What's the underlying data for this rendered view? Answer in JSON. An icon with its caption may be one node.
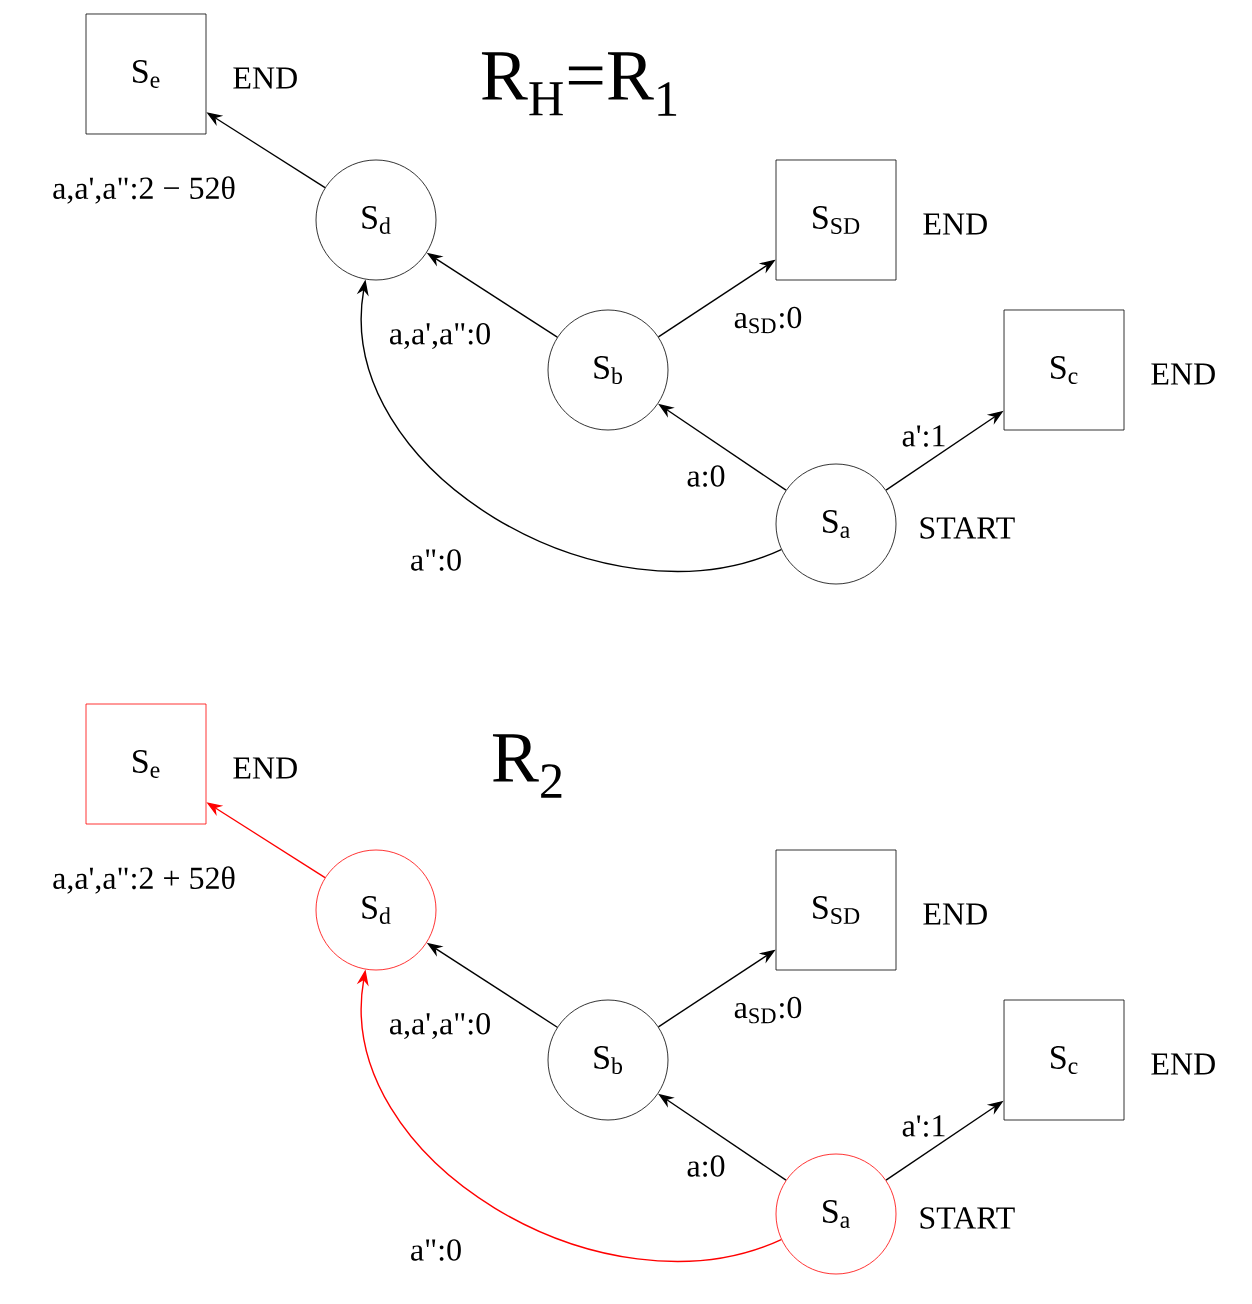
{
  "diagram": {
    "nodes": [
      {
        "text": [
          "S$_{e}$"
        ],
        "beside": [
          "END"
        ]
      },
      {
        "text": [
          "S$_{d}$"
        ]
      },
      {
        "text": [
          "S$_{SD}$"
        ],
        "beside": [
          "END"
        ]
      },
      {
        "text": [
          "S$_{b}$"
        ]
      },
      {
        "text": [
          "S$_{c}$"
        ],
        "beside": [
          "END"
        ]
      },
      {
        "text": [
          "S$_{a}$"
        ],
        "beside": [
          "START"
        ]
      },
      {
        "text": [
          "S$_{e}$"
        ],
        "beside": [
          "END"
        ]
      },
      {
        "text": [
          "S$_{d}$"
        ]
      },
      {
        "text": [
          "S$_{SD}$"
        ],
        "beside": [
          "END"
        ]
      },
      {
        "text": [
          "S$_{b}$"
        ]
      },
      {
        "text": [
          "S$_{c}$"
        ],
        "beside": [
          "END"
        ]
      },
      {
        "text": [
          "S$_{a}$"
        ],
        "beside": [
          "START"
        ]
      }
    ],
    "edges": [
      {
        "from": 1,
        "to": 0,
        "arrow": "to",
        "label": "a,a',a\":2 − 52θ"
      },
      {
        "from": 3,
        "to": 1,
        "arrow": "to",
        "label": "a,a',a\":0"
      },
      {
        "from": 3,
        "to": 2,
        "arrow": "to",
        "label": "a$_{SD}$:0"
      },
      {
        "from": 5,
        "to": 3,
        "arrow": "to",
        "label": "a:0"
      },
      {
        "from": 5,
        "to": 4,
        "arrow": "to",
        "label": "a':1"
      },
      {
        "from": 5,
        "to": 1,
        "arrow": "to",
        "label": "a\":0"
      },
      {
        "from": 7,
        "to": 6,
        "arrow": "to",
        "label": "a,a',a\":2 + 52θ",
        "color": "#ff0000"
      },
      {
        "from": 9,
        "to": 7,
        "arrow": "to",
        "label": "a,a',a\":0"
      },
      {
        "from": 9,
        "to": 8,
        "arrow": "to",
        "label": "a$_{SD}$:0"
      },
      {
        "from": 11,
        "to": 9,
        "arrow": "to",
        "label": "a:0"
      },
      {
        "from": 11,
        "to": 10,
        "arrow": "to",
        "label": "a':1"
      },
      {
        "from": 11,
        "to": 7,
        "arrow": "to",
        "label": "a\":0",
        "color": "#ff0000"
      }
    ],
    "labels": [
      "R$_{H}$=R$_{1}$",
      "R$_{2}$"
    ]
  }
}
